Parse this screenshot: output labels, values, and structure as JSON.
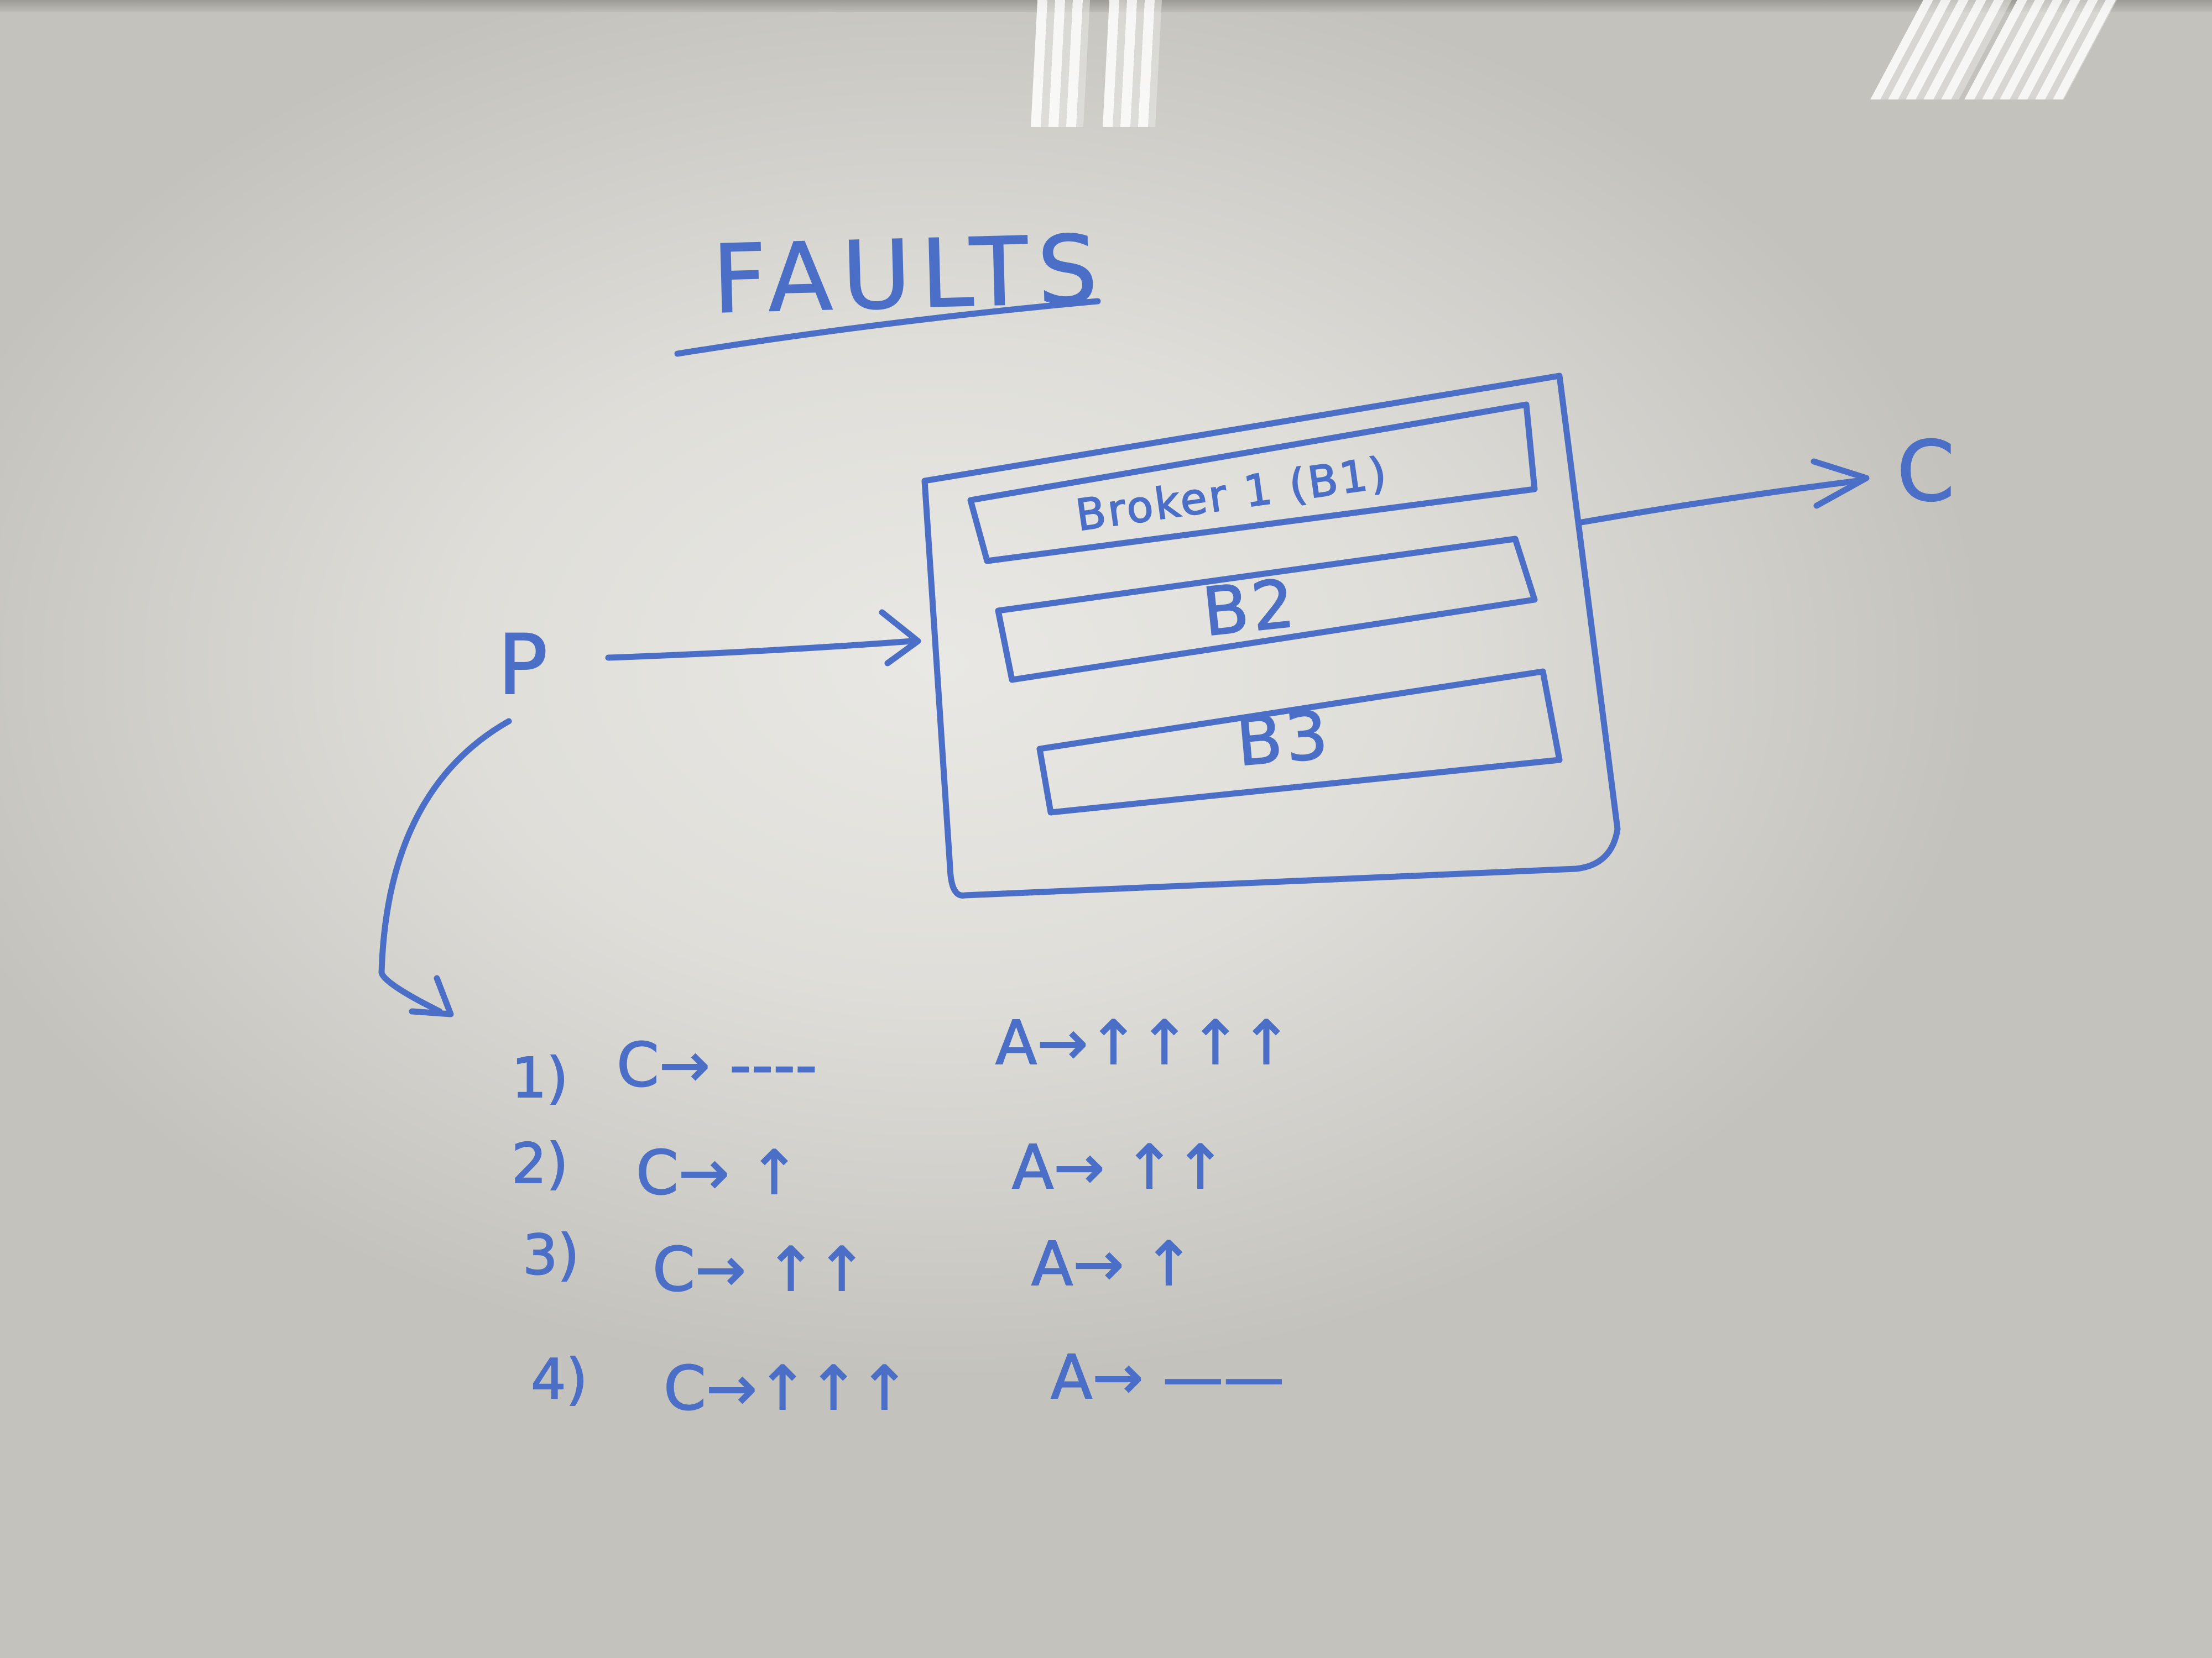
{
  "title": "FAULTS",
  "nodes": {
    "producer": "P",
    "consumer": "C"
  },
  "brokers": [
    "Broker 1 (B1)",
    "B2",
    "B3"
  ],
  "scenarios": [
    {
      "number": "1)",
      "c": "C→ ----",
      "a": "A→↑↑↑↑"
    },
    {
      "number": "2)",
      "c": "C→ ↑",
      "a": "A→ ↑↑"
    },
    {
      "number": "3)",
      "c": "C→ ↑↑",
      "a": "A→ ↑"
    },
    {
      "number": "4)",
      "c": "C→↑↑↑",
      "a": "A→ ——"
    }
  ],
  "ink_color": "#4b6fc6"
}
